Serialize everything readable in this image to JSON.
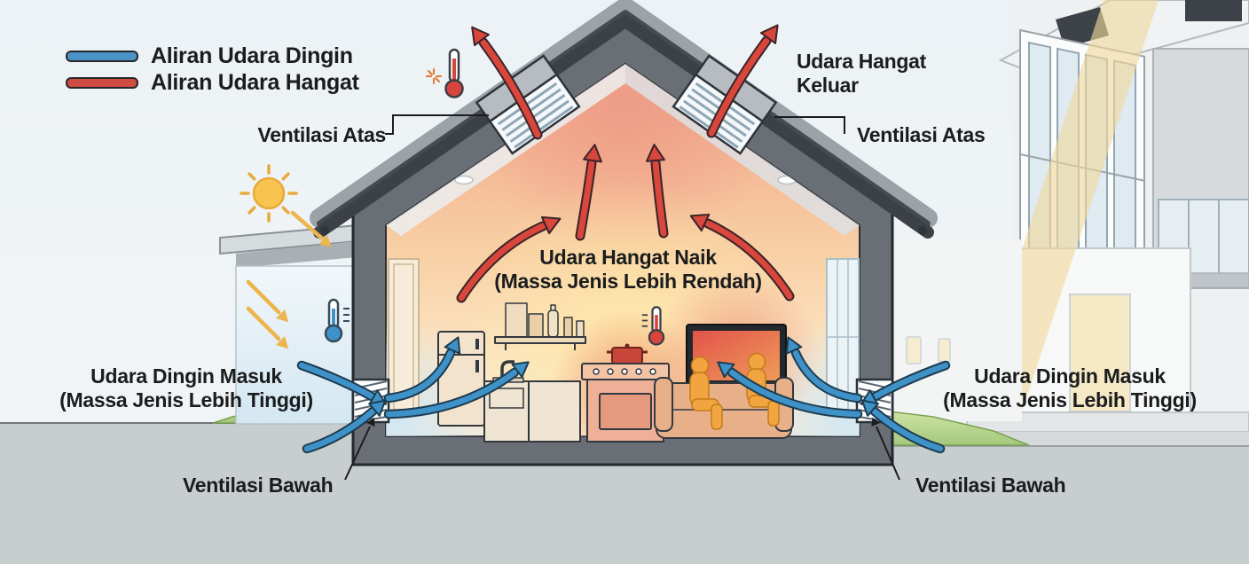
{
  "diagram": {
    "subject": "house-natural-ventilation-cross-section",
    "legend": {
      "cold": {
        "label": "Aliran Udara Dingin",
        "color": "#4a93c7"
      },
      "warm": {
        "label": "Aliran Udara Hangat",
        "color": "#d04b42"
      }
    },
    "labels": {
      "ventilasi_atas": "Ventilasi Atas",
      "udara_hangat_keluar_line1": "Udara Hangat",
      "udara_hangat_keluar_line2": "Keluar",
      "udara_hangat_naik_line1": "Udara Hangat Naik",
      "udara_hangat_naik_line2": "(Massa Jenis Lebih Rendah)",
      "udara_dingin_masuk_line1": "Udara Dingin Masuk",
      "udara_dingin_masuk_line2": "(Massa Jenis Lebih Tinggi)",
      "ventilasi_bawah": "Ventilasi Bawah"
    },
    "colors": {
      "cold_air_arrow": "#3f92c8",
      "warm_air_arrow": "#d8463c",
      "sunlight": "#ecb54d",
      "interior_warm_top": "#efa28a",
      "interior_warm_bottom": "#f8ecd9",
      "cool_zone": "#cfe7f5",
      "wall_gray": "#696f75",
      "ground_gray": "#c8cdce",
      "grass_green": "#a3c87c",
      "text": "#1b1c1e"
    },
    "icons": [
      "sun-icon",
      "heat-sparkle-icon",
      "thermometer-hot-icon",
      "thermometer-cold-icon",
      "thermometer-warm-icon"
    ]
  }
}
